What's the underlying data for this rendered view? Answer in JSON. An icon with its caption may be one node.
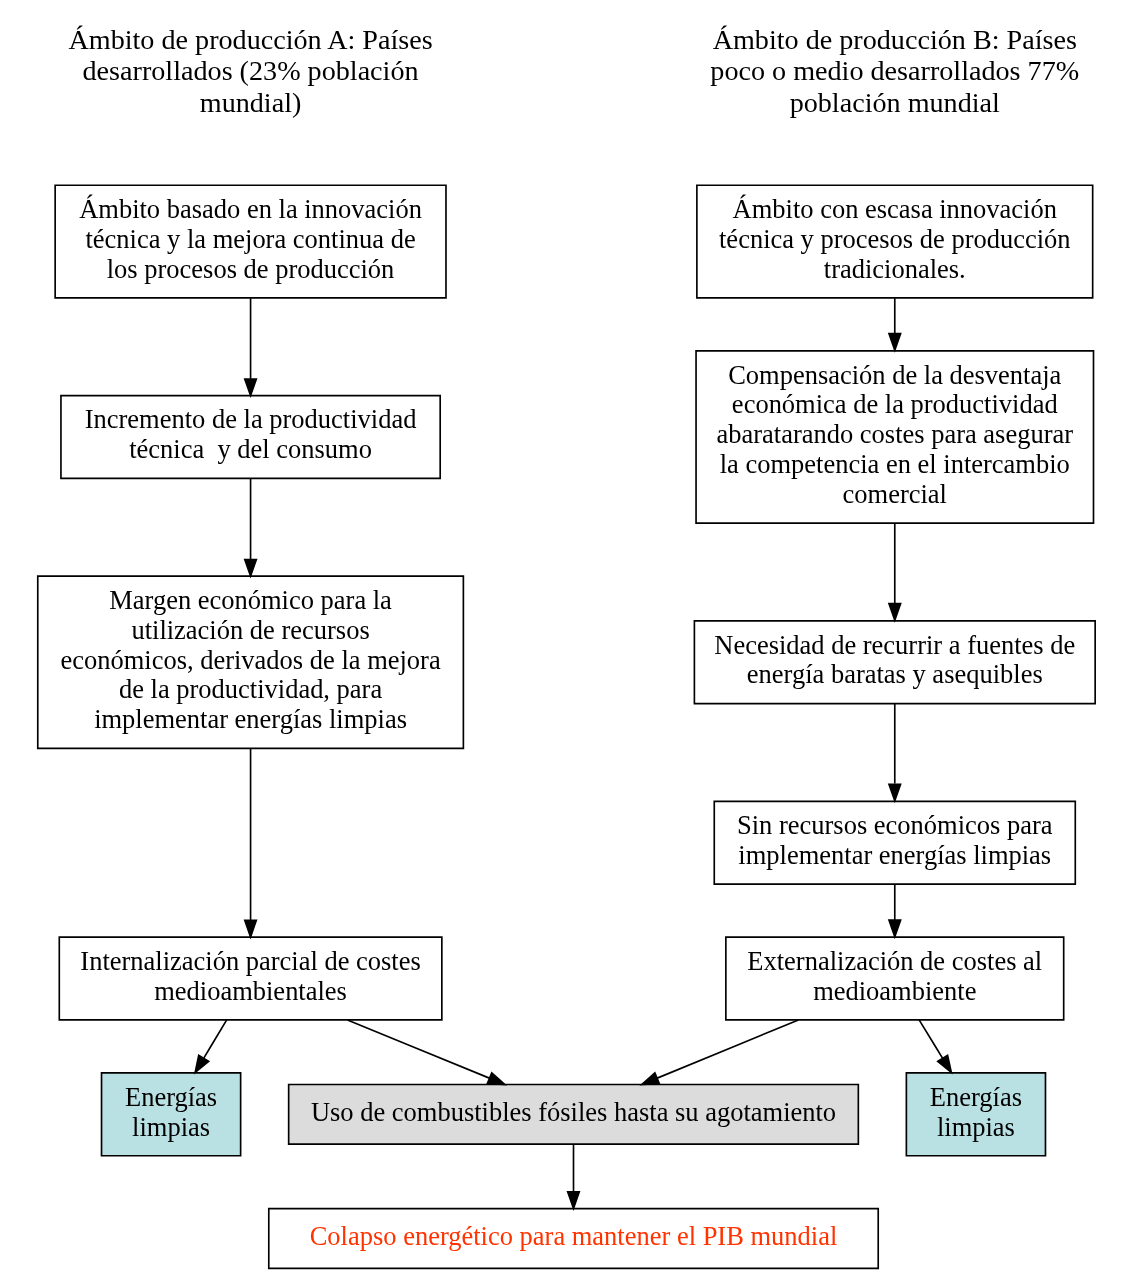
{
  "diagram": {
    "nodes": [
      {
        "text": [
          "Ámbito basado en la innovación técnica y la mejora continua de los procesos de producción"
        ]
      },
      {
        "text": [
          "Incremento de la productividad técnica  y del consumo"
        ]
      },
      {
        "text": [
          "Margen económico para la utilización de recursos económicos, derivados de la mejora de la productividad, para implementar energías limpias"
        ]
      },
      {
        "text": [
          "Internalización parcial de costes medioambientales"
        ]
      },
      {
        "text": [
          "Ámbito con escasa innovación técnica y procesos de producción tradicionales."
        ]
      },
      {
        "text": [
          "Compensación de la desventaja económica de la productividad abaratarando costes para asegurar la competencia en el intercambio comercial"
        ]
      },
      {
        "text": [
          "Necesidad de recurrir a fuentes de energía baratas y asequibles"
        ]
      },
      {
        "text": [
          "Sin recursos económicos para implementar energías limpias"
        ]
      },
      {
        "text": [
          "Externalización de costes al medioambiente"
        ]
      },
      {
        "text": [
          "Energías limpias"
        ]
      },
      {
        "text": [
          "Uso de combustibles fósiles hasta su agotamiento"
        ]
      },
      {
        "text": [
          "Energías limpias"
        ]
      },
      {
        "text": [
          "Colapso energético para mantener el PIB mundial"
        ]
      }
    ],
    "edges": [
      {
        "from": 0,
        "to": 1,
        "arrow": "to"
      },
      {
        "from": 1,
        "to": 2,
        "arrow": "to"
      },
      {
        "from": 2,
        "to": 3,
        "arrow": "to"
      },
      {
        "from": 3,
        "to": 9,
        "arrow": "to"
      },
      {
        "from": 3,
        "to": 10,
        "arrow": "to"
      },
      {
        "from": 4,
        "to": 5,
        "arrow": "to"
      },
      {
        "from": 5,
        "to": 6,
        "arrow": "to"
      },
      {
        "from": 6,
        "to": 7,
        "arrow": "to"
      },
      {
        "from": 7,
        "to": 8,
        "arrow": "to"
      },
      {
        "from": 8,
        "to": 10,
        "arrow": "to"
      },
      {
        "from": 8,
        "to": 11,
        "arrow": "to"
      },
      {
        "from": 10,
        "to": 12,
        "arrow": "to"
      }
    ],
    "labels": [
      "Ámbito de producción A: Países desarrollados (23% población mundial)",
      "Ámbito de producción B: Países poco o medio desarrollados 77% población mundial"
    ]
  }
}
